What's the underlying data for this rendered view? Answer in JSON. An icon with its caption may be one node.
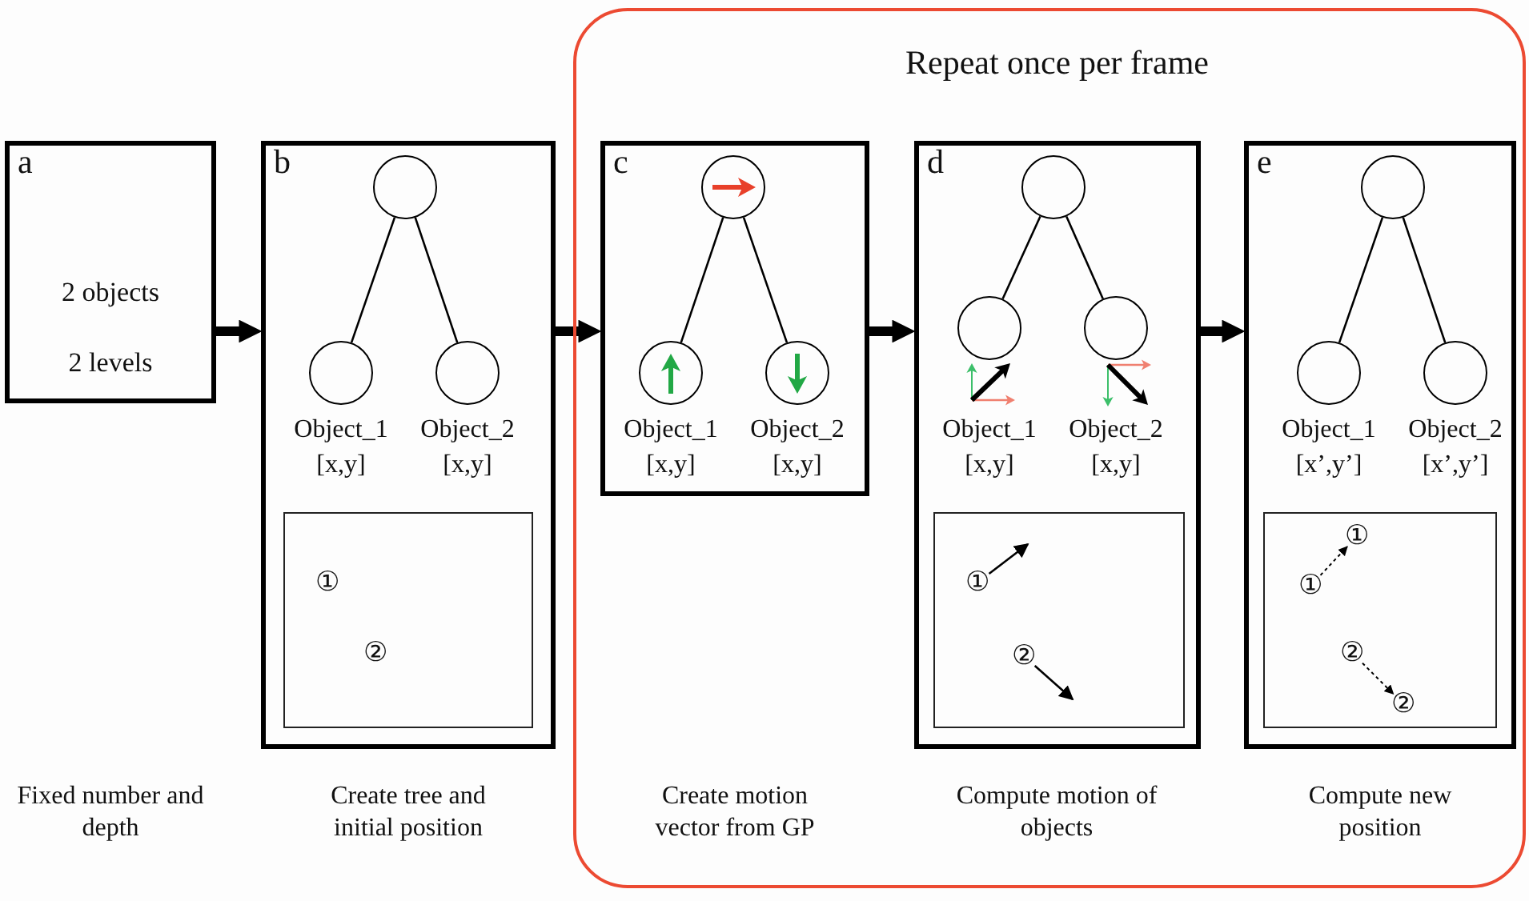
{
  "diagram": {
    "nodes": [
      {
        "text": [
          "Repeat once per frame"
        ]
      },
      {
        "text": [
          "a",
          "2 objects",
          "2 levels"
        ]
      },
      {
        "text": [
          "b"
        ]
      },
      {
        "text": [],
        "shape": "circle",
        "in": 2
      },
      {
        "text": [],
        "shape": "circle",
        "in": 2,
        "beside": [
          "Object_1 [x,y]"
        ]
      },
      {
        "text": [],
        "shape": "circle",
        "in": 2,
        "beside": [
          "Object_2 [x,y]"
        ]
      },
      {
        "text": [],
        "shape": "box",
        "in": 2
      },
      {
        "text": [
          "①"
        ],
        "in": 6
      },
      {
        "text": [
          "②"
        ],
        "in": 6
      },
      {
        "text": [
          "c"
        ],
        "in": 0
      },
      {
        "text": [],
        "shape": "circle",
        "in": 9
      },
      {
        "text": [],
        "shape": "circle",
        "in": 9,
        "beside": [
          "Object_1 [x,y]"
        ]
      },
      {
        "text": [],
        "shape": "circle",
        "in": 9,
        "beside": [
          "Object_2 [x,y]"
        ]
      },
      {
        "text": [
          "d"
        ],
        "in": 0
      },
      {
        "text": [],
        "shape": "circle",
        "in": 13
      },
      {
        "text": [],
        "shape": "circle",
        "in": 13,
        "beside": [
          "Object_1 [x,y]"
        ]
      },
      {
        "text": [],
        "shape": "circle",
        "in": 13,
        "beside": [
          "Object_2 [x,y]"
        ]
      },
      {
        "text": [],
        "shape": "box",
        "in": 13
      },
      {
        "text": [
          "①"
        ],
        "in": 17
      },
      {
        "text": [
          "②"
        ],
        "in": 17
      },
      {
        "text": [
          "e"
        ],
        "in": 0
      },
      {
        "text": [],
        "shape": "circle",
        "in": 20
      },
      {
        "text": [],
        "shape": "circle",
        "in": 20,
        "beside": [
          "Object_1 [x’,y’]"
        ]
      },
      {
        "text": [],
        "shape": "circle",
        "in": 20,
        "beside": [
          "Object_2 [x’,y’]"
        ]
      },
      {
        "text": [],
        "shape": "box",
        "in": 20
      },
      {
        "text": [
          "①"
        ],
        "in": 24
      },
      {
        "text": [
          "①"
        ],
        "in": 24
      },
      {
        "text": [
          "②"
        ],
        "in": 24
      },
      {
        "text": [
          "②"
        ],
        "in": 24
      }
    ],
    "edges": [
      {
        "from": 1,
        "to": 2,
        "arrow": "to",
        "style": "thick"
      },
      {
        "from": 2,
        "to": 9,
        "arrow": "to",
        "style": "thick"
      },
      {
        "from": 9,
        "to": 13,
        "arrow": "to",
        "style": "thick"
      },
      {
        "from": 13,
        "to": 20,
        "arrow": "to",
        "style": "thick"
      },
      {
        "from": 3,
        "to": 4,
        "arrow": "none"
      },
      {
        "from": 3,
        "to": 5,
        "arrow": "none"
      },
      {
        "from": 10,
        "to": 11,
        "arrow": "none"
      },
      {
        "from": 10,
        "to": 12,
        "arrow": "none"
      },
      {
        "from": 14,
        "to": 15,
        "arrow": "none"
      },
      {
        "from": 14,
        "to": 16,
        "arrow": "none"
      },
      {
        "from": 21,
        "to": 22,
        "arrow": "none"
      },
      {
        "from": 21,
        "to": 23,
        "arrow": "none"
      },
      {
        "from": 18,
        "to": null,
        "arrow": "to"
      },
      {
        "from": 19,
        "to": null,
        "arrow": "to"
      },
      {
        "from": 25,
        "to": 26,
        "arrow": "to",
        "style": "dashed"
      },
      {
        "from": 27,
        "to": 28,
        "arrow": "to",
        "style": "dashed"
      }
    ],
    "labels": [
      "Fixed number and depth",
      "Create tree and initial position",
      "Create motion vector from GP",
      "Compute motion of objects",
      "Compute new position"
    ]
  }
}
